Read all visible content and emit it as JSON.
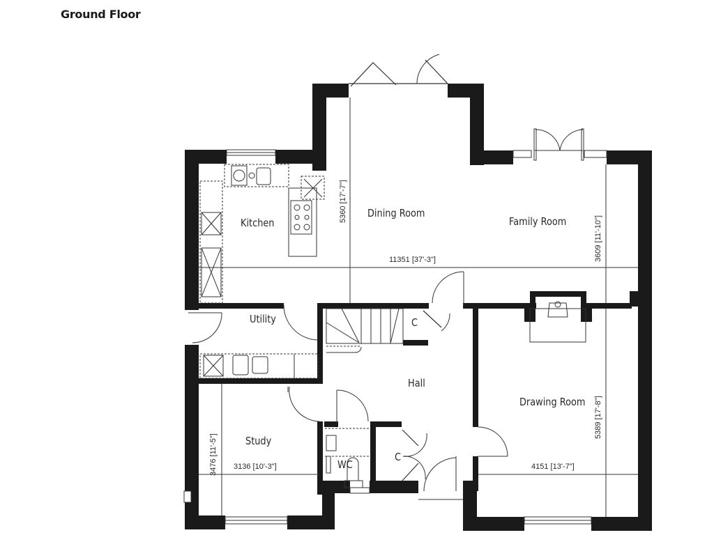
{
  "plan": {
    "title": "Ground Floor",
    "rooms": {
      "kitchen": "Kitchen",
      "dining_room": "Dining Room",
      "family_room": "Family Room",
      "utility": "Utility",
      "hall": "Hall",
      "drawing_room": "Drawing Room",
      "study": "Study",
      "wc": "WC",
      "cupboard_upper": "C",
      "cupboard_lower": "C"
    },
    "dimensions": {
      "overall_width": "11351 [37'-3\"]",
      "dining_depth": "5360 [17'-7\"]",
      "family_depth": "3609 [11'-10\"]",
      "drawing_depth": "5389 [17'-8\"]",
      "drawing_width": "4151 [13'-7\"]",
      "study_depth": "3476 [11'-5\"]",
      "study_width": "3136 [10'-3\"]"
    },
    "colors": {
      "wall": "#1a1a1a",
      "line": "#333333",
      "background": "#ffffff"
    }
  }
}
